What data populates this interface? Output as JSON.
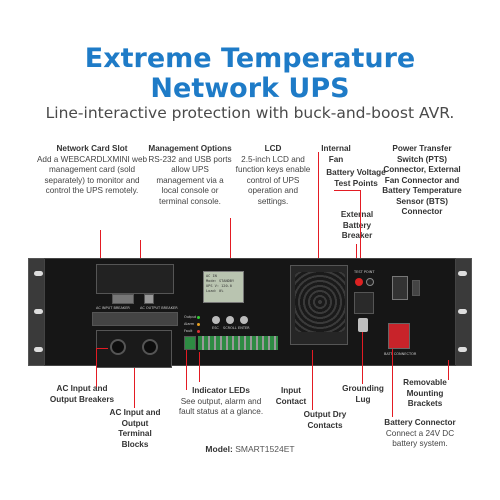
{
  "header": {
    "title_line1": "Extreme Temperature",
    "title_line2": "Network UPS",
    "subtitle": "Line-interactive protection with buck-and-boost AVR."
  },
  "callouts": {
    "network_card_slot": {
      "title": "Network Card Slot",
      "body": "Add a WEBCARDLXMINI web management card (sold separately) to monitor and control the UPS remotely."
    },
    "management_options": {
      "title": "Management Options",
      "body": "RS-232 and USB ports allow UPS management via a local console or terminal console."
    },
    "lcd": {
      "title": "LCD",
      "body": "2.5-inch LCD and function keys enable control of UPS operation and settings."
    },
    "internal_fan": {
      "title": "Internal Fan"
    },
    "battery_voltage_test": {
      "title": "Battery Voltage Test Points"
    },
    "external_battery_breaker": {
      "title": "External Battery Breaker"
    },
    "pts_connector": {
      "title": "Power Transfer Switch (PTS) Connector, External Fan Connector and Battery Temperature Sensor (BTS) Connector"
    },
    "ac_breakers": {
      "title": "AC Input and Output Breakers"
    },
    "ac_terminal_blocks": {
      "title": "AC Input and Output Terminal Blocks"
    },
    "indicator_leds": {
      "title": "Indicator LEDs",
      "body": "See output, alarm and fault status at a glance."
    },
    "input_contact": {
      "title": "Input Contact"
    },
    "output_dry_contacts": {
      "title": "Output Dry Contacts"
    },
    "grounding_lug": {
      "title": "Grounding Lug"
    },
    "removable_brackets": {
      "title": "Removable Mounting Brackets"
    },
    "battery_connector": {
      "title": "Battery Connector",
      "body": "Connect a 24V DC battery system."
    }
  },
  "model": {
    "label": "Model:",
    "value": "SMART1524ET"
  },
  "colors": {
    "title": "#1e7bc7",
    "leader_line": "#e31b23",
    "chassis": "#161616"
  },
  "device": {
    "lcd_text": [
      "AC IN",
      "Mode: STANDBY",
      "UPS V: 120.0",
      "Load: 0%"
    ],
    "panel_labels": {
      "output": "Output",
      "alarm": "Alarm",
      "fault": "Fault",
      "esc": "ESC",
      "scroll": "SCROLL",
      "enter": "ENTER",
      "test_point": "TEST POINT",
      "ac_input_breaker": "AC INPUT BREAKER",
      "ac_output_breaker": "AC OUTPUT BREAKER",
      "batt_connector": "BATT CONNECTOR"
    }
  }
}
